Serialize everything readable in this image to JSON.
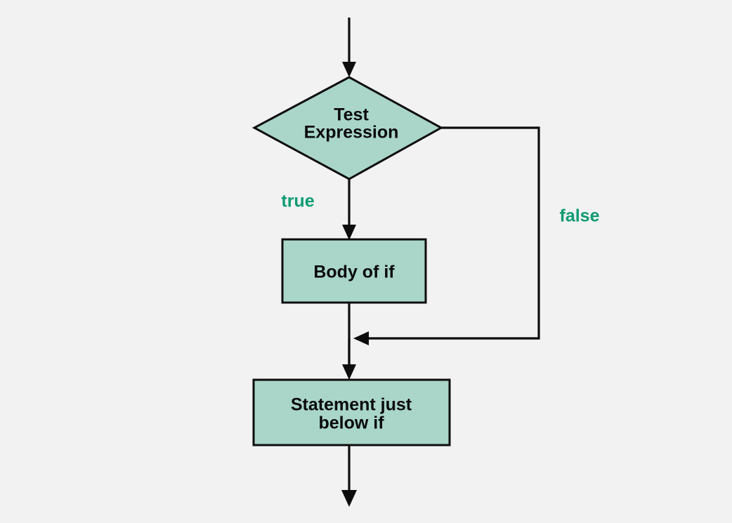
{
  "diagram": {
    "title": "if statement flowchart",
    "background_color": "#f2f2f2",
    "node_fill_color": "#a9d6c9",
    "node_stroke_color": "#0d0d0d",
    "label_color": "#0f9b72",
    "text_color": "#0a0a0a",
    "nodes": {
      "decision": {
        "type": "diamond",
        "line1": "Test",
        "line2": "Expression"
      },
      "body_of_if": {
        "type": "rectangle",
        "line1": "Body of if"
      },
      "statement_below": {
        "type": "rectangle",
        "line1": "Statement just",
        "line2": "below if"
      }
    },
    "edges": {
      "true_label": "true",
      "false_label": "false"
    }
  }
}
